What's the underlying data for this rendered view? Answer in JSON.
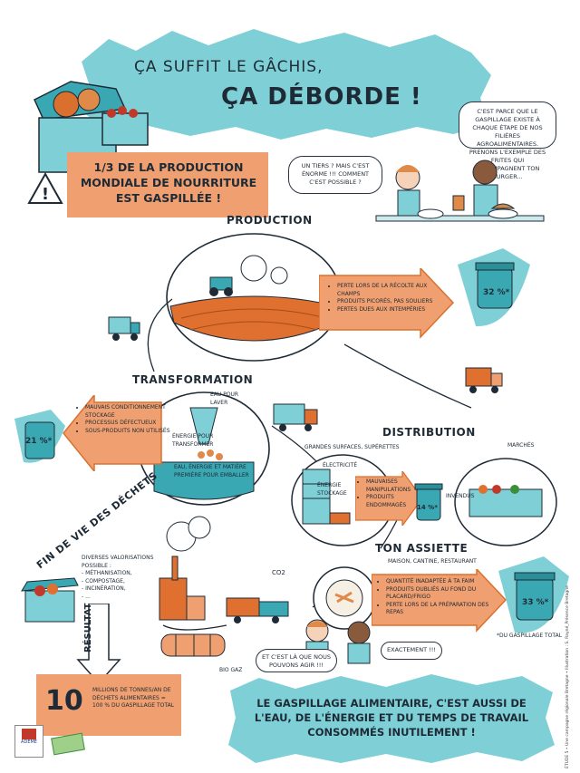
{
  "header": {
    "title_line1": "ÇA SUFFIT LE GÂCHIS,",
    "title_line2": "ÇA DÉBORDE !"
  },
  "banner": {
    "text": "1/3 DE LA PRODUCTION MONDIALE DE NOURRITURE EST GASPILLÉE !"
  },
  "bubbles": {
    "girl": "UN TIERS ? MAIS C'EST ÉNORME !!! COMMENT C'EST POSSIBLE ?",
    "boy": "C'EST PARCE QUE LE GASPILLAGE EXISTE À CHAQUE ÉTAPE DE NOS FILIÈRES AGROALIMENTAIRES. PRENONS L'EXEMPLE DES FRITES QUI ACCOMPAGNENT TON BURGER...",
    "bottom_left": "ET C'EST LÀ QUE NOUS POUVONS AGIR !!!",
    "bottom_right": "EXACTEMENT !!!"
  },
  "production": {
    "label": "PRODUCTION",
    "losses": [
      "PERTE LORS DE LA RÉCOLTE AUX CHAMPS",
      "PRODUITS PICORÉS, PAS SOULIERS",
      "PERTES DUES AUX INTEMPÉRIES"
    ],
    "bin_percent": "32 %*"
  },
  "transformation": {
    "label": "TRANSFORMATION",
    "notes": [
      "EAU POUR LAVER",
      "ÉNERGIE POUR TRANSFORMER",
      "EAU, ÉNERGIE ET MATIÈRE PREMIÈRE POUR EMBALLER"
    ],
    "losses": [
      "MAUVAIS CONDITIONNEMENT STOCKAGE",
      "PROCESSUS DÉFECTUEUX",
      "SOUS-PRODUITS NON UTILISÉS"
    ],
    "bin_percent": "21 %*"
  },
  "distribution": {
    "label": "DISTRIBUTION",
    "left_label": "GRANDES SURFACES, SUPÉRETTES",
    "right_label": "MARCHÉS",
    "notes": [
      "ÉLECTRICITÉ",
      "ÉNERGIE STOCKAGE"
    ],
    "losses": [
      "MAUVAISES MANIPULATIONS",
      "PRODUITS ENDOMMAGÉS"
    ],
    "invendus": "INVENDUS",
    "bin_percent": "14 %*"
  },
  "assiette": {
    "label": "TON ASSIETTE",
    "sublabel": "MAISON, CANTINE, RESTAURANT",
    "losses": [
      "QUANTITÉ INADAPTÉE À TA FAIM",
      "PRODUITS OUBLIÉS AU FOND DU PLACARD/FRIGO",
      "PERTE LORS DE LA PRÉPARATION DES REPAS"
    ],
    "bin_percent": "33 %*",
    "footnote": "*DU GASPILLAGE TOTAL"
  },
  "fin_de_vie": {
    "label": "FIN DE VIE DES DÉCHETS",
    "notes": [
      "DIVERSES VALORISATIONS POSSIBLE :",
      "- MÉTHANISATION,",
      "- COMPOSTAGE,",
      "- INCINÉRATION,",
      "- ..."
    ],
    "co2": "CO2",
    "biogaz": "BIO GAZ",
    "resultat": "RÉSULTAT",
    "result_number": "10",
    "result_text": "MILLIONS DE TONNES/AN DE DÉCHETS ALIMENTAIRES = 100 % DU GASPILLAGE TOTAL"
  },
  "footer": {
    "message": "LE GASPILLAGE ALIMENTAIRE, C'EST AUSSI DE L'EAU, DE L'ÉNERGIE ET DU TEMPS DE TRAVAIL CONSOMMÉS INUTILEMENT !",
    "logo_text": "ADEME",
    "credit": "ÉTUDE 5 • Une campagne régionale Bretagne • Illustration : S. Rayné_Présence Bretagne"
  },
  "colors": {
    "teal": "#7fd0d6",
    "orange": "#f0a070",
    "dark_orange": "#d9702e",
    "ink": "#1e2a36"
  }
}
